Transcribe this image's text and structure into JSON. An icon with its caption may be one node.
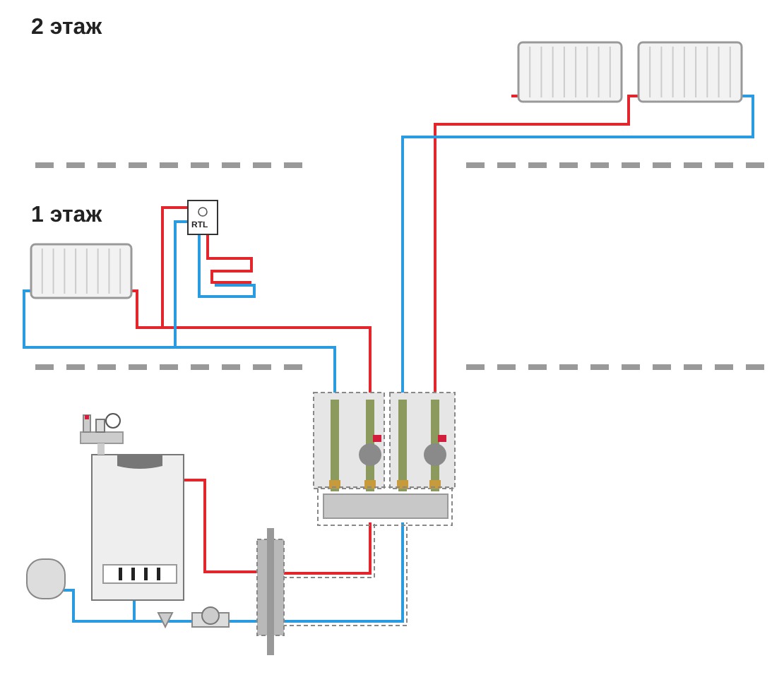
{
  "diagram": {
    "labels": [
      "2 этаж",
      "1 этаж",
      "RTL"
    ]
  }
}
